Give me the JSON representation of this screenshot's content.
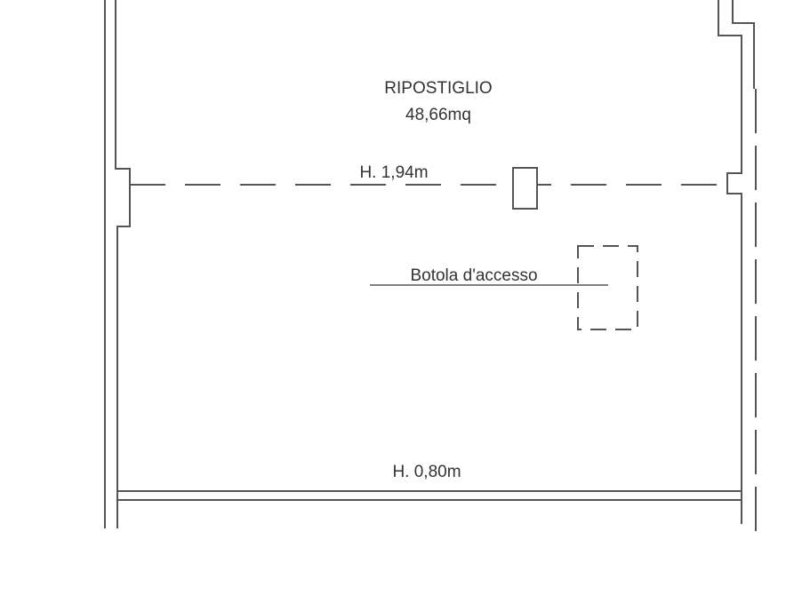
{
  "room": {
    "name": "RIPOSTIGLIO",
    "area": "48,66mq"
  },
  "heights": {
    "upper": "H. 1,94m",
    "lower": "H. 0,80m"
  },
  "hatch": {
    "label": "Botola d'accesso"
  },
  "colors": {
    "wall": "#555555",
    "text": "#333333",
    "background": "#ffffff"
  }
}
